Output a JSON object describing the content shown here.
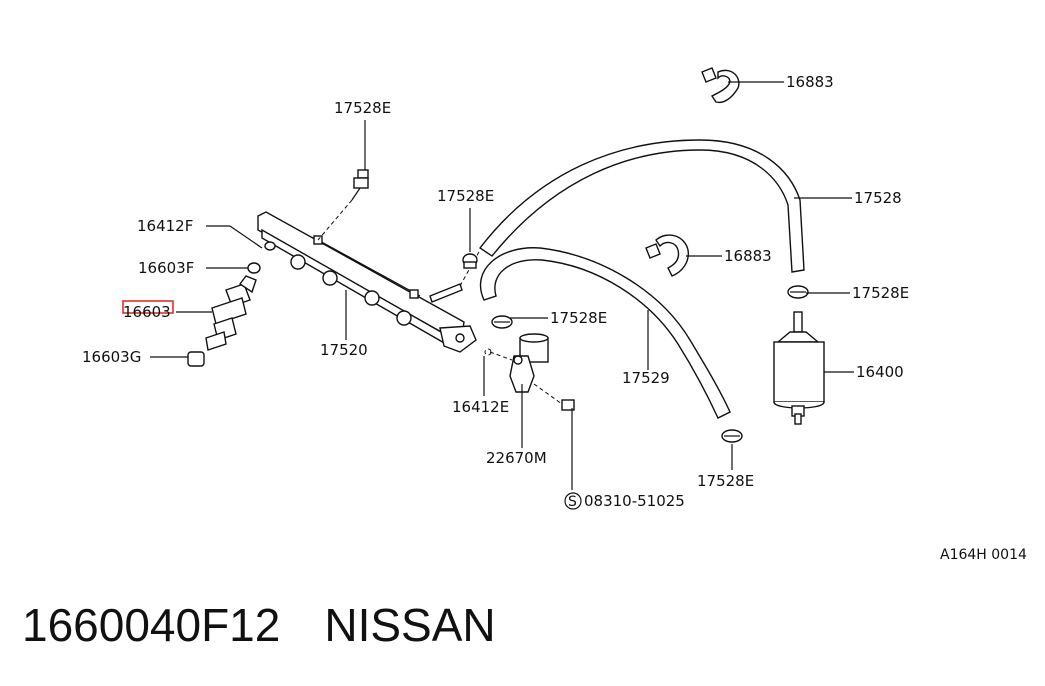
{
  "labels": {
    "l1": "17528E",
    "l2": "16883",
    "l3": "17528E",
    "l4": "17528",
    "l5": "16412F",
    "l6": "16603F",
    "l7": "16883",
    "l8": "16603",
    "l9": "17528E",
    "l10": "17528E",
    "l11": "17520",
    "l12": "16400",
    "l13": "16603G",
    "l14": "17529",
    "l15": "16412E",
    "l16": "22670M",
    "l17": "17528E",
    "l18": "08310-51025",
    "circled": "S"
  },
  "reference_code": "A164H 0014",
  "caption": {
    "part_number": "1660040F12",
    "brand": "NISSAN"
  },
  "colors": {
    "highlight": "#e0201c",
    "ink": "#111111"
  }
}
